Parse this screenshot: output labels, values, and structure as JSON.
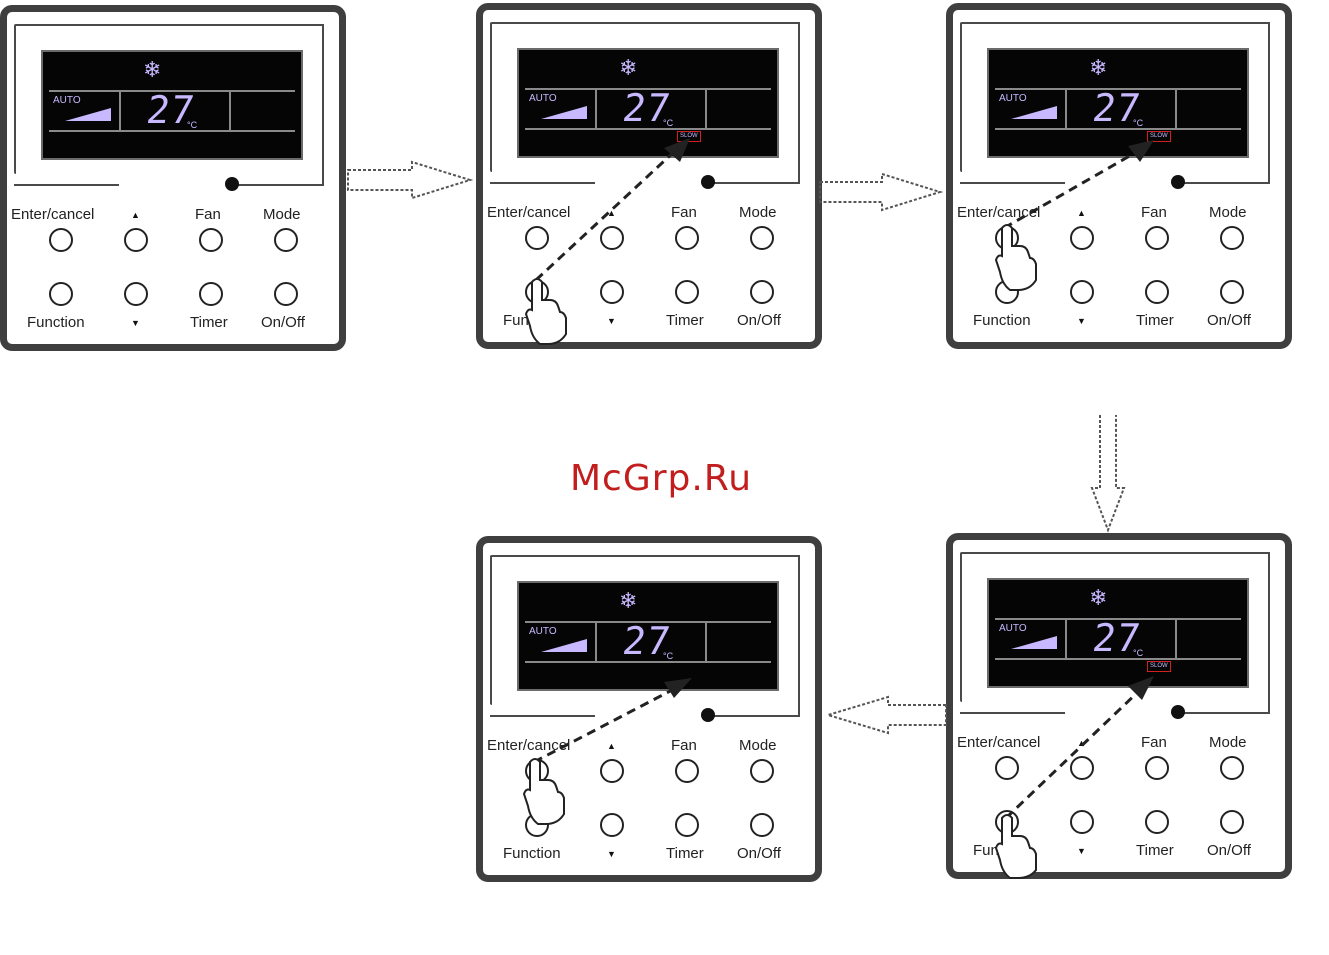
{
  "watermark": "McGrp.Ru",
  "display": {
    "auto": "AUTO",
    "temperature": "27",
    "unit": "°C",
    "slow_badge": "SLOW",
    "snow_icon": "❄"
  },
  "buttons": {
    "enter_cancel": "Enter/cancel",
    "up": "▲",
    "fan": "Fan",
    "mode": "Mode",
    "function": "Function",
    "down": "▼",
    "timer": "Timer",
    "on_off": "On/Off"
  },
  "panels": [
    {
      "id": "step-1",
      "slow_visible": false
    },
    {
      "id": "step-2",
      "slow_visible": true,
      "pressed": "function"
    },
    {
      "id": "step-3",
      "slow_visible": true,
      "pressed": "enter_cancel"
    },
    {
      "id": "step-4",
      "slow_visible": true,
      "pressed": "function"
    },
    {
      "id": "step-5",
      "slow_visible": false,
      "pressed": "enter_cancel"
    }
  ]
}
